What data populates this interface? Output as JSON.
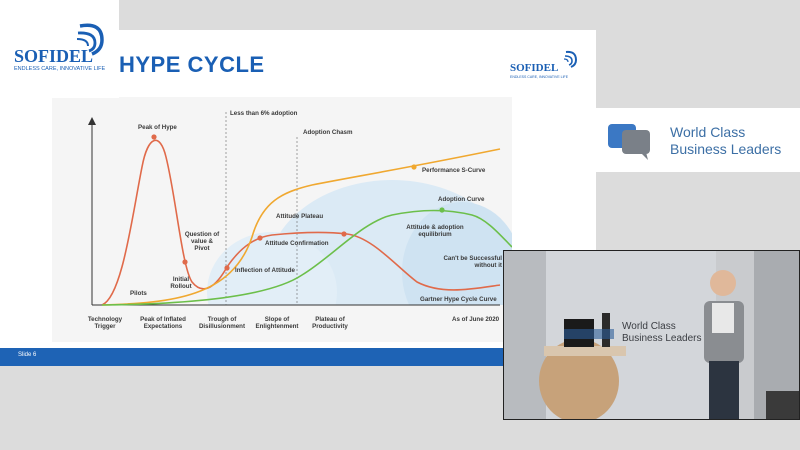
{
  "corner_logo": {
    "name": "SOFIDEL",
    "tagline": "ENDLESS CARE, INNOVATIVE LIFE"
  },
  "slide": {
    "title": "HYPE CYCLE",
    "logo_name": "SOFIDEL",
    "logo_tagline": "ENDLESS CARE, INNOVATIVE LIFE",
    "slide_number": "Slide 6"
  },
  "chart_data": {
    "type": "line",
    "annotations": [
      "Less than 6% adoption",
      "Adoption Chasm",
      "Peak of Hype",
      "Performance S-Curve",
      "Attitude Plateau",
      "Adoption Curve",
      "Question of value & Pivot",
      "Attitude Confirmation",
      "Attitude & adoption equilibrium",
      "Inflection of Attitude",
      "Initial Rollout",
      "Can't be Successful without it",
      "Pilots",
      "Gartner Hype Cycle Curve",
      "As of June 2020"
    ],
    "x_phases": [
      "Technology Trigger",
      "Peak of Inflated Expectations",
      "Trough of Disillusionment",
      "Slope of Enlightenment",
      "Plateau of Productivity"
    ],
    "series": [
      {
        "name": "Gartner Hype Cycle Curve",
        "color": "#e06a4a"
      },
      {
        "name": "Performance S-Curve",
        "color": "#f0a830"
      },
      {
        "name": "Adoption Curve",
        "color": "#6cbf4a"
      }
    ],
    "grid": false
  },
  "brand_card": {
    "line1": "World Class",
    "line2": "Business Leaders"
  },
  "video": {
    "backdrop_line1": "World Class",
    "backdrop_line2": "Business Leaders"
  }
}
